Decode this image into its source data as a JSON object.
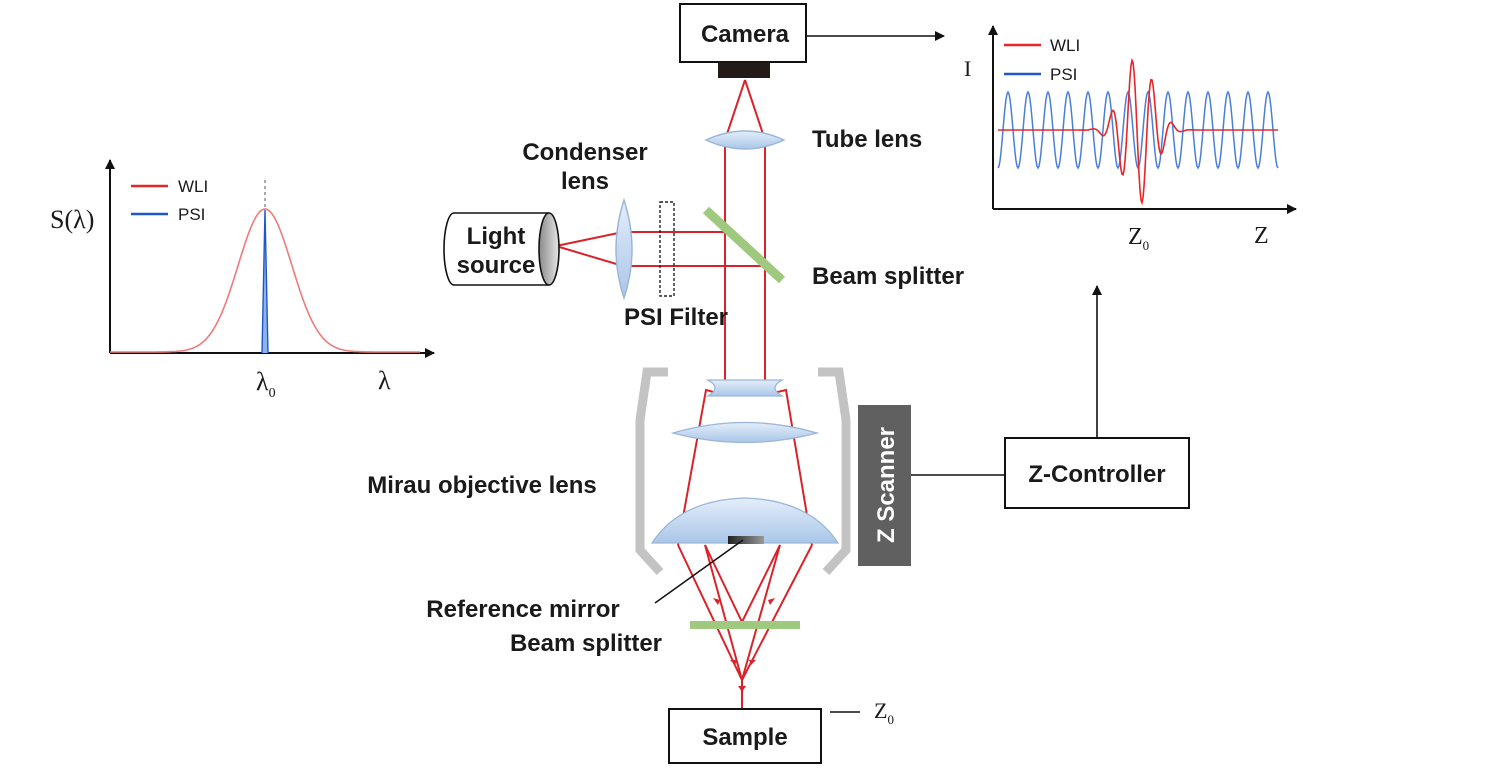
{
  "labels": {
    "camera": "Camera",
    "tube_lens": "Tube lens",
    "condenser_lens_line1": "Condenser",
    "condenser_lens_line2": "lens",
    "light_source_line1": "Light",
    "light_source_line2": "source",
    "psi_filter": "PSI Filter",
    "beam_splitter_top": "Beam splitter",
    "mirau_objective": "Mirau objective lens",
    "z_scanner": "Z Scanner",
    "z_controller": "Z-Controller",
    "reference_mirror": "Reference mirror",
    "beam_splitter_bottom": "Beam splitter",
    "sample": "Sample",
    "sample_z0": "Z",
    "sample_z0_sub": "0"
  },
  "spectrum_plot": {
    "ylabel": "S(λ)",
    "xlabel": "λ",
    "center_tick": "λ",
    "center_tick_sub": "0",
    "legend": [
      {
        "name": "WLI",
        "color": "#e8262a"
      },
      {
        "name": "PSI",
        "color": "#1f57c8"
      }
    ]
  },
  "intensity_plot": {
    "ylabel": "I",
    "xlabel": "Z",
    "center_tick": "Z",
    "center_tick_sub": "0",
    "legend": [
      {
        "name": "WLI",
        "color": "#e8262a"
      },
      {
        "name": "PSI",
        "color": "#1f57c8"
      }
    ]
  },
  "colors": {
    "beam": "#d9232a",
    "lens_fill": "#c8dcf2",
    "lens_stroke": "#9bb7d8",
    "beam_splitter": "#9fc97e",
    "objective_housing": "#c3c3c3",
    "z_scanner": "#606060"
  }
}
